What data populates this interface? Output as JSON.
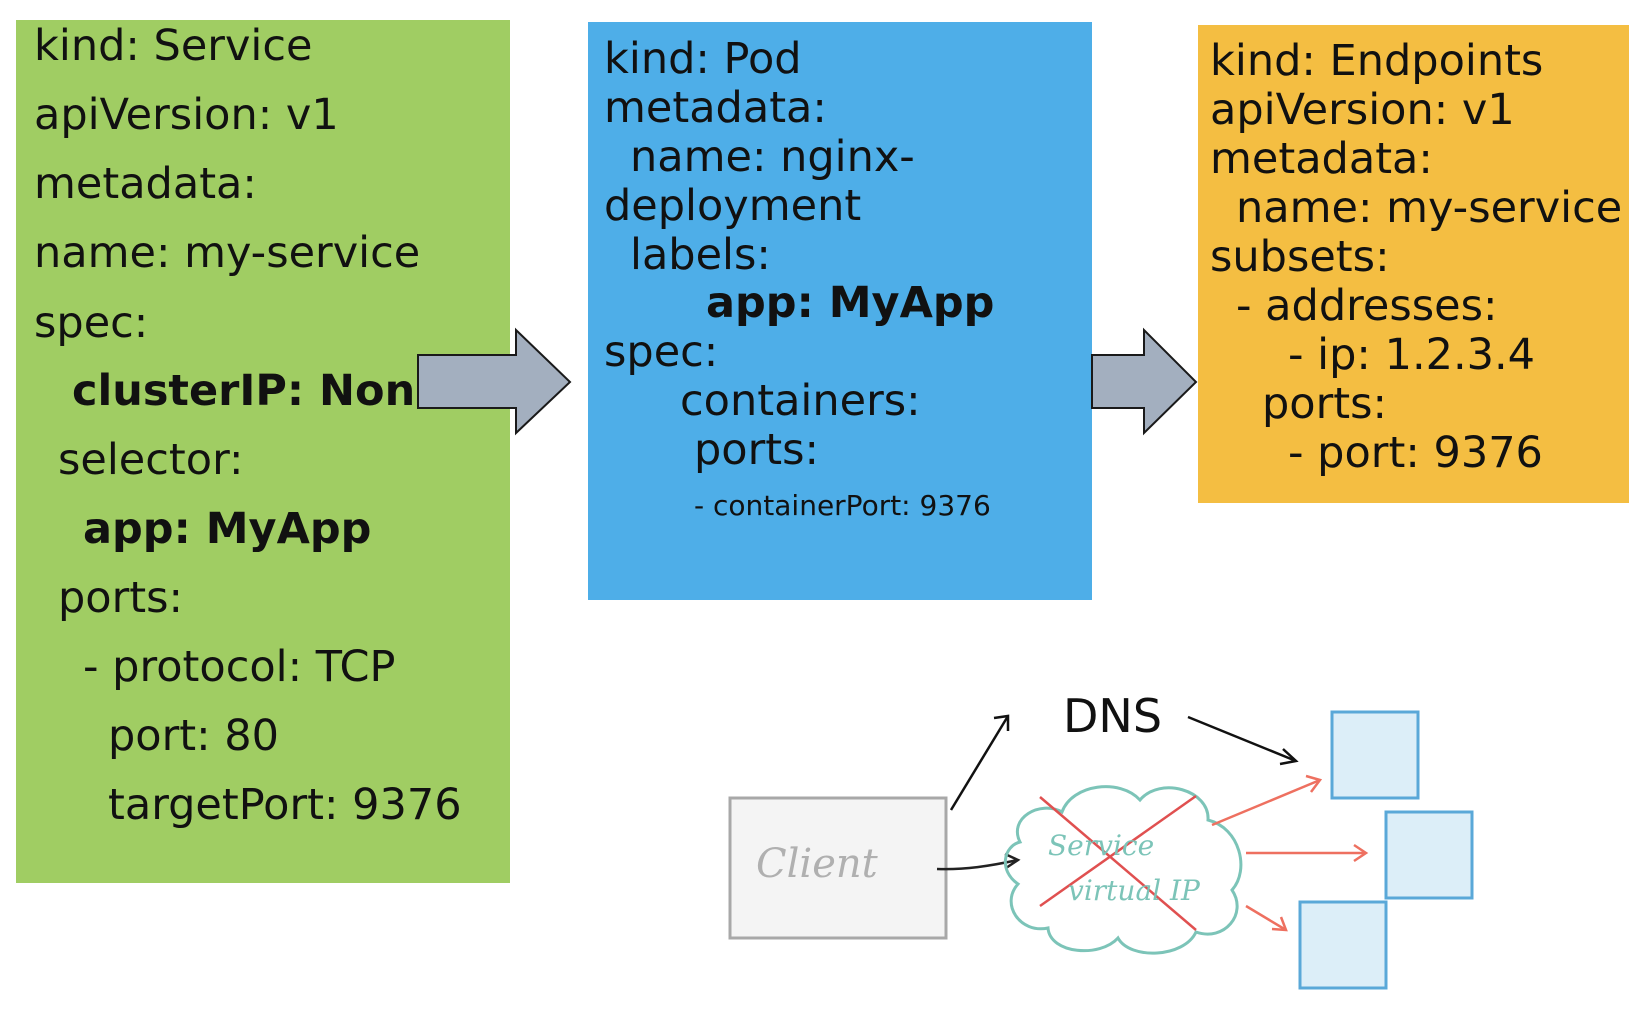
{
  "service": {
    "lines": [
      "kind: Service",
      "apiVersion: v1",
      "metadata:",
      "  name: my-service",
      "spec:",
      "clusterIP: None",
      "selector:",
      "app: MyApp",
      "ports:",
      "- protocol: TCP",
      "port: 80",
      "targetPort: 9376"
    ]
  },
  "pod": {
    "lines": [
      "kind: Pod",
      "metadata:",
      "name: nginx-",
      "deployment",
      "labels:",
      "app: MyApp",
      "spec:",
      "containers:",
      "ports:",
      "- containerPort: 9376"
    ]
  },
  "endpoints": {
    "lines": [
      "kind: Endpoints",
      "apiVersion: v1",
      "metadata:",
      "name: my-service",
      "subsets:",
      "- addresses:",
      "- ip: 1.2.3.4",
      "ports:",
      "- port: 9376"
    ]
  },
  "sketch": {
    "dns_label": "DNS",
    "client_label": "Client",
    "service_ip_line1": "Service",
    "service_ip_line2": "virtual IP"
  },
  "colors": {
    "service_box": "#a0cd63",
    "pod_box": "#4eaee8",
    "endpoints_box": "#f4be42",
    "arrow_fill": "#a3afbf",
    "cross_red": "#e05050",
    "cloud_teal": "#7cc4b8",
    "endpoint_box_blue": "#5aa8d8"
  }
}
